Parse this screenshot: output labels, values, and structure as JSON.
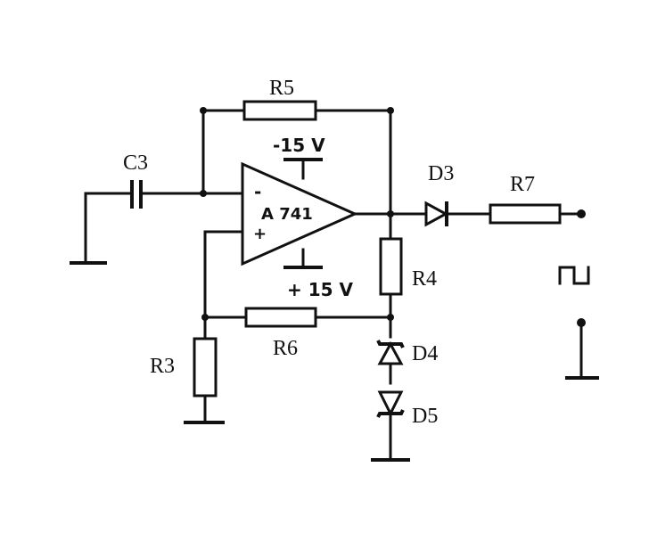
{
  "components": {
    "capacitor": "C3",
    "opamp": "A 741",
    "opamp_inverting": "-",
    "opamp_noninverting": "+",
    "supply_negative": "-15 V",
    "supply_positive": "+ 15 V",
    "resistor_feedback": "R5",
    "resistor_divider_top": "R6",
    "resistor_ground": "R3",
    "resistor_output": "R4",
    "resistor_series": "R7",
    "diode": "D3",
    "zener_1": "D4",
    "zener_2": "D5"
  },
  "icons": {
    "output_waveform": "square-wave-icon"
  }
}
